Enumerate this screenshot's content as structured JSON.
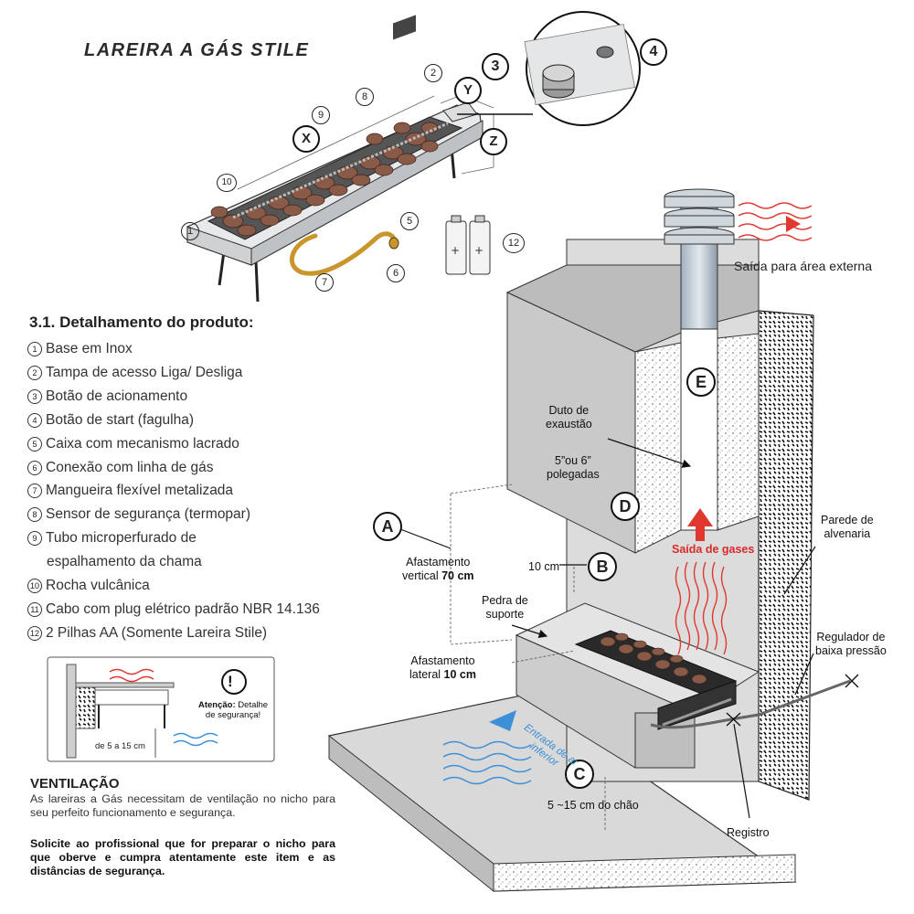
{
  "title": "LAREIRA A GÁS STILE",
  "section_heading": "3.1. Detalhamento do produto:",
  "items": [
    {
      "num": "1",
      "text": "Base em Inox"
    },
    {
      "num": "2",
      "text": "Tampa de acesso Liga/ Desliga"
    },
    {
      "num": "3",
      "text": "Botão de acionamento"
    },
    {
      "num": "4",
      "text": "Botão de start (fagulha)"
    },
    {
      "num": "5",
      "text": "Caixa com mecanismo lacrado"
    },
    {
      "num": "6",
      "text": "Conexão com linha de gás"
    },
    {
      "num": "7",
      "text": "Mangueira flexível metalizada"
    },
    {
      "num": "8",
      "text": "Sensor de segurança (termopar)"
    },
    {
      "num": "9",
      "text": "Tubo microperfurado de",
      "cont": "espalhamento da chama"
    },
    {
      "num": "10",
      "text": "Rocha vulcânica"
    },
    {
      "num": "11",
      "text": "Cabo com plug elétrico padrão NBR 14.136"
    },
    {
      "num": "12",
      "text": "2 Pilhas AA (Somente Lareira Stile)"
    }
  ],
  "callouts": {
    "numbers": [
      "1",
      "2",
      "3",
      "4",
      "5",
      "6",
      "7",
      "8",
      "9",
      "10",
      "12"
    ],
    "dimensions": [
      "X",
      "Y",
      "Z"
    ],
    "letters": [
      "A",
      "B",
      "C",
      "D",
      "E"
    ]
  },
  "safety_box": {
    "attention_bold": "Atenção:",
    "attention_rest": "Detalhe",
    "attention_line2": "de segurança!",
    "measure": "de 5 a 15 cm",
    "warning_glyph": "!"
  },
  "ventilation": {
    "heading": "VENTILAÇÃO",
    "paragraph": "As lareiras a Gás necessitam de ventilação no nicho para seu perfeito funcionamento e segurança.",
    "bold": "Solicite ao profissional que for preparar o nicho para que oberve e cumpra atentamente este item e as distâncias de segurança."
  },
  "installation_labels": {
    "exit_external": "Saída para área externa",
    "duct_line1": "Duto de",
    "duct_line2": "exaustão",
    "duct_size_line1": "5”ou 6”",
    "duct_size_line2": "polegadas",
    "gas_exit": "Saída de gases",
    "wall_line1": "Parede de",
    "wall_line2": "alvenaria",
    "vertical_line1": "Afastamento",
    "vertical_line2_pre": "vertical ",
    "vertical_line2_bold": "70 cm",
    "ten_cm": "10 cm",
    "stone_line1": "Pedra de",
    "stone_line2": "suporte",
    "lateral_line1": "Afastamento",
    "lateral_line2_pre": "lateral ",
    "lateral_line2_bold": "10 cm",
    "regulator_line1": "Regulador de",
    "regulator_line2": "baixa pressão",
    "air_line1": "Entrada de ar",
    "air_line2": "inferior",
    "floor_gap": "5 ~15 cm do chão",
    "valve": "Registro"
  },
  "colors": {
    "text": "#222222",
    "steel": "#cfd2d4",
    "wall_gray": "#d6d6d6",
    "heat_red": "#e0382e",
    "air_blue": "#3d8fd8",
    "hose_gold": "#c9962e",
    "rock_brown": "#8a5a48"
  }
}
